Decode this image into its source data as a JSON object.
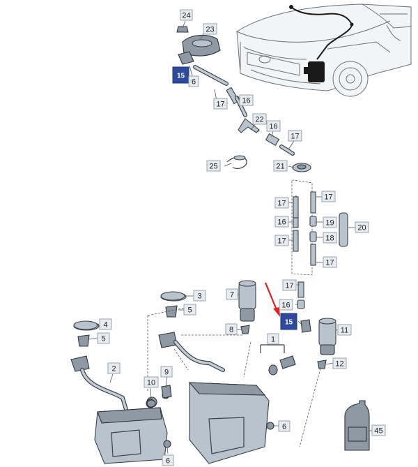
{
  "callouts": {
    "p24": "24",
    "p23": "23",
    "p15a": "15",
    "p6a": "6",
    "p16a": "16",
    "p17a": "17",
    "p22": "22",
    "p16b": "16",
    "p17b": "17",
    "p25": "25",
    "p21": "21",
    "p17c": "17",
    "p17d": "17",
    "p16c": "16",
    "p19": "19",
    "p20": "20",
    "p18": "18",
    "p17e": "17",
    "p17f": "17",
    "p17g": "17",
    "p3": "3",
    "p7": "7",
    "p16d": "16",
    "p15b": "15",
    "p11": "11",
    "p4": "4",
    "p5a": "5",
    "p5b": "5",
    "p8": "8",
    "p1": "1",
    "p12": "12",
    "p2": "2",
    "p9": "9",
    "p10": "10",
    "p6b": "6",
    "p45": "45",
    "p6c": "6"
  },
  "highlight_color": "#2f4a9a",
  "arrow_color": "#e02020"
}
